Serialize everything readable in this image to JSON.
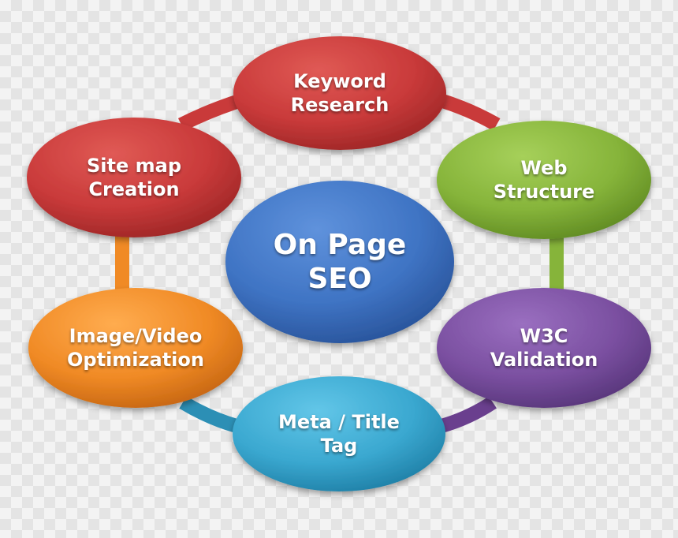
{
  "diagram": {
    "center": {
      "line1": "On Page",
      "line2": "SEO",
      "color": "#3f74c4"
    },
    "nodes": [
      {
        "id": "keyword-research",
        "line1": "Keyword",
        "line2": "Research",
        "color": "#c93a3a"
      },
      {
        "id": "web-structure",
        "line1": "Web",
        "line2": "Structure",
        "color": "#86b43a"
      },
      {
        "id": "w3c-validation",
        "line1": "W3C",
        "line2": "Validation",
        "color": "#7a4fa0"
      },
      {
        "id": "meta-title-tag",
        "line1": "Meta / Title",
        "line2": "Tag",
        "color": "#3aa8d0"
      },
      {
        "id": "image-video-optimization",
        "line1": "Image/Video",
        "line2": "Optimization",
        "color": "#f08a25"
      },
      {
        "id": "site-map-creation",
        "line1": "Site map",
        "line2": "Creation",
        "color": "#c93a3a"
      }
    ]
  }
}
